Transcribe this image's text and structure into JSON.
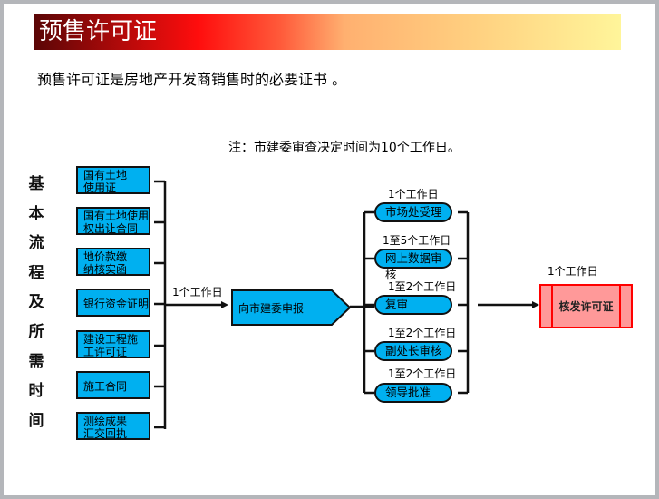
{
  "header": {
    "title": "预售许可证",
    "subtitle": "预售许可证是房地产开发商销售时的必要证书 。"
  },
  "note": "注：市建委审查决定时间为10个工作日。",
  "side_label": [
    "基",
    "本",
    "流",
    "程",
    "及",
    "所",
    "需",
    "时",
    "间"
  ],
  "documents": [
    [
      "国有土地",
      "使用证"
    ],
    [
      "国有土地使用",
      "权出让合同"
    ],
    [
      "地价款缴",
      "纳核实函"
    ],
    [
      "银行资金证明"
    ],
    [
      "建设工程施",
      "工许可证"
    ],
    [
      "施工合同"
    ],
    [
      "测绘成果",
      "汇交回执"
    ]
  ],
  "report": {
    "label": "向市建委申报",
    "time": "1个工作日"
  },
  "review_steps": [
    {
      "label": "市场处受理",
      "time": "1个工作日"
    },
    {
      "label": "网上数据审核",
      "time": "1至5个工作日"
    },
    {
      "label": "复审",
      "time": "1至2个工作日"
    },
    {
      "label": "副处长审核",
      "time": "1至2个工作日"
    },
    {
      "label": "领导批准",
      "time": "1至2个工作日"
    }
  ],
  "issue": {
    "label": "核发许可证",
    "time": "1个工作日"
  },
  "colors": {
    "box": "#00b0f0",
    "issue_fill": "#ff9999",
    "issue_border": "#ff0000"
  }
}
